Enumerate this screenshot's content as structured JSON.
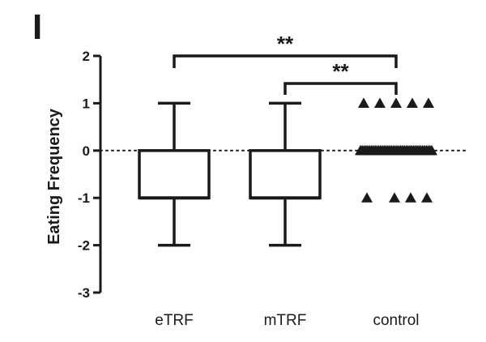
{
  "panel": {
    "letter": "I"
  },
  "chart_data": {
    "type": "box",
    "ylabel": "Eating Frequency",
    "ylim": [
      -3,
      2
    ],
    "yticks": [
      2,
      1,
      0,
      -1,
      -2,
      -3
    ],
    "ytick_labels": [
      "2",
      "1",
      "0",
      "-1",
      "-2",
      "-3"
    ],
    "categories": [
      "eTRF",
      "mTRF",
      "control"
    ],
    "reference_line": 0,
    "boxes": [
      {
        "category": "eTRF",
        "min": -2,
        "q1": -1,
        "median": -1,
        "q3": 0,
        "max": 1
      },
      {
        "category": "mTRF",
        "min": -2,
        "q1": -1,
        "median": -1,
        "q3": 0,
        "max": 1
      }
    ],
    "points": {
      "category": "control",
      "marker": "triangle",
      "values": [
        {
          "y": 1,
          "count": 5
        },
        {
          "y": 0,
          "count": 40
        },
        {
          "y": -1,
          "count": 4
        }
      ]
    },
    "significance": [
      {
        "from": "eTRF",
        "to": "control",
        "label": "**"
      },
      {
        "from": "mTRF",
        "to": "control",
        "label": "**"
      }
    ],
    "colors": {
      "ink": "#1a1a1a",
      "background": "#ffffff"
    }
  }
}
